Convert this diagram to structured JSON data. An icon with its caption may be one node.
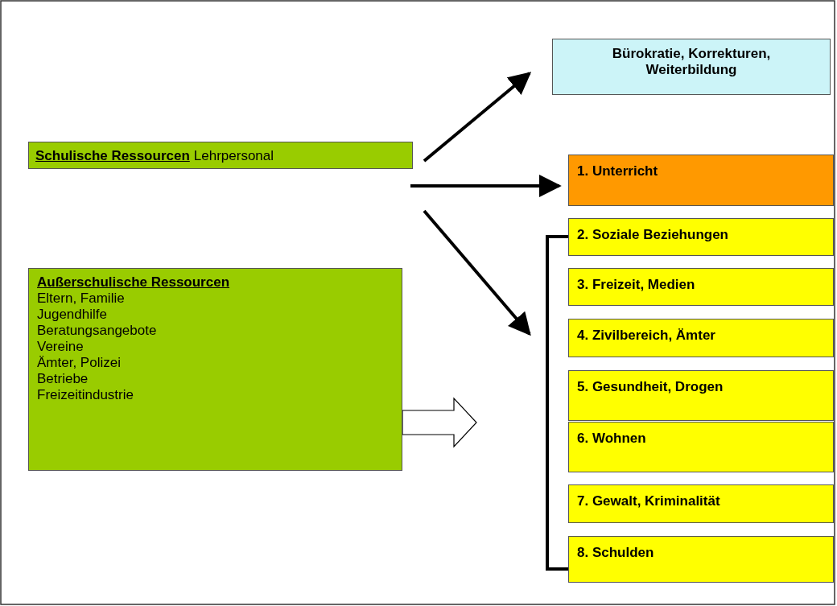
{
  "diagram": {
    "nodes": [
      {
        "text": [
          "Schulische Ressourcen",
          "Lehrpersonal"
        ]
      },
      {
        "text": [
          "Außerschulische Ressourcen",
          "Eltern, Familie",
          "Jugendhilfe",
          "Beratungsangebote",
          "Vereine",
          "Ämter, Polizei",
          "Betriebe",
          "Freizeitindustrie"
        ]
      },
      {
        "text": [
          "Bürokratie, Korrekturen, Weiterbildung"
        ]
      },
      {
        "text": [
          "1. Unterricht"
        ]
      },
      {
        "text": [
          "2. Soziale Beziehungen"
        ]
      },
      {
        "text": [
          "3. Freizeit, Medien"
        ]
      },
      {
        "text": [
          "4. Zivilbereich, Ämter"
        ]
      },
      {
        "text": [
          "5. Gesundheit, Drogen"
        ]
      },
      {
        "text": [
          "6. Wohnen"
        ]
      },
      {
        "text": [
          "7. Gewalt, Kriminalität"
        ]
      },
      {
        "text": [
          "8. Schulden"
        ]
      },
      {
        "text": [],
        "shape": "bar"
      }
    ],
    "edges": [
      {
        "from": 0,
        "to": 2,
        "arrow": "to"
      },
      {
        "from": 0,
        "to": 3,
        "arrow": "to"
      },
      {
        "from": 0,
        "to": 11,
        "arrow": "to"
      },
      {
        "from": 1,
        "to": null,
        "arrow": "to",
        "style": "thick"
      }
    ]
  }
}
